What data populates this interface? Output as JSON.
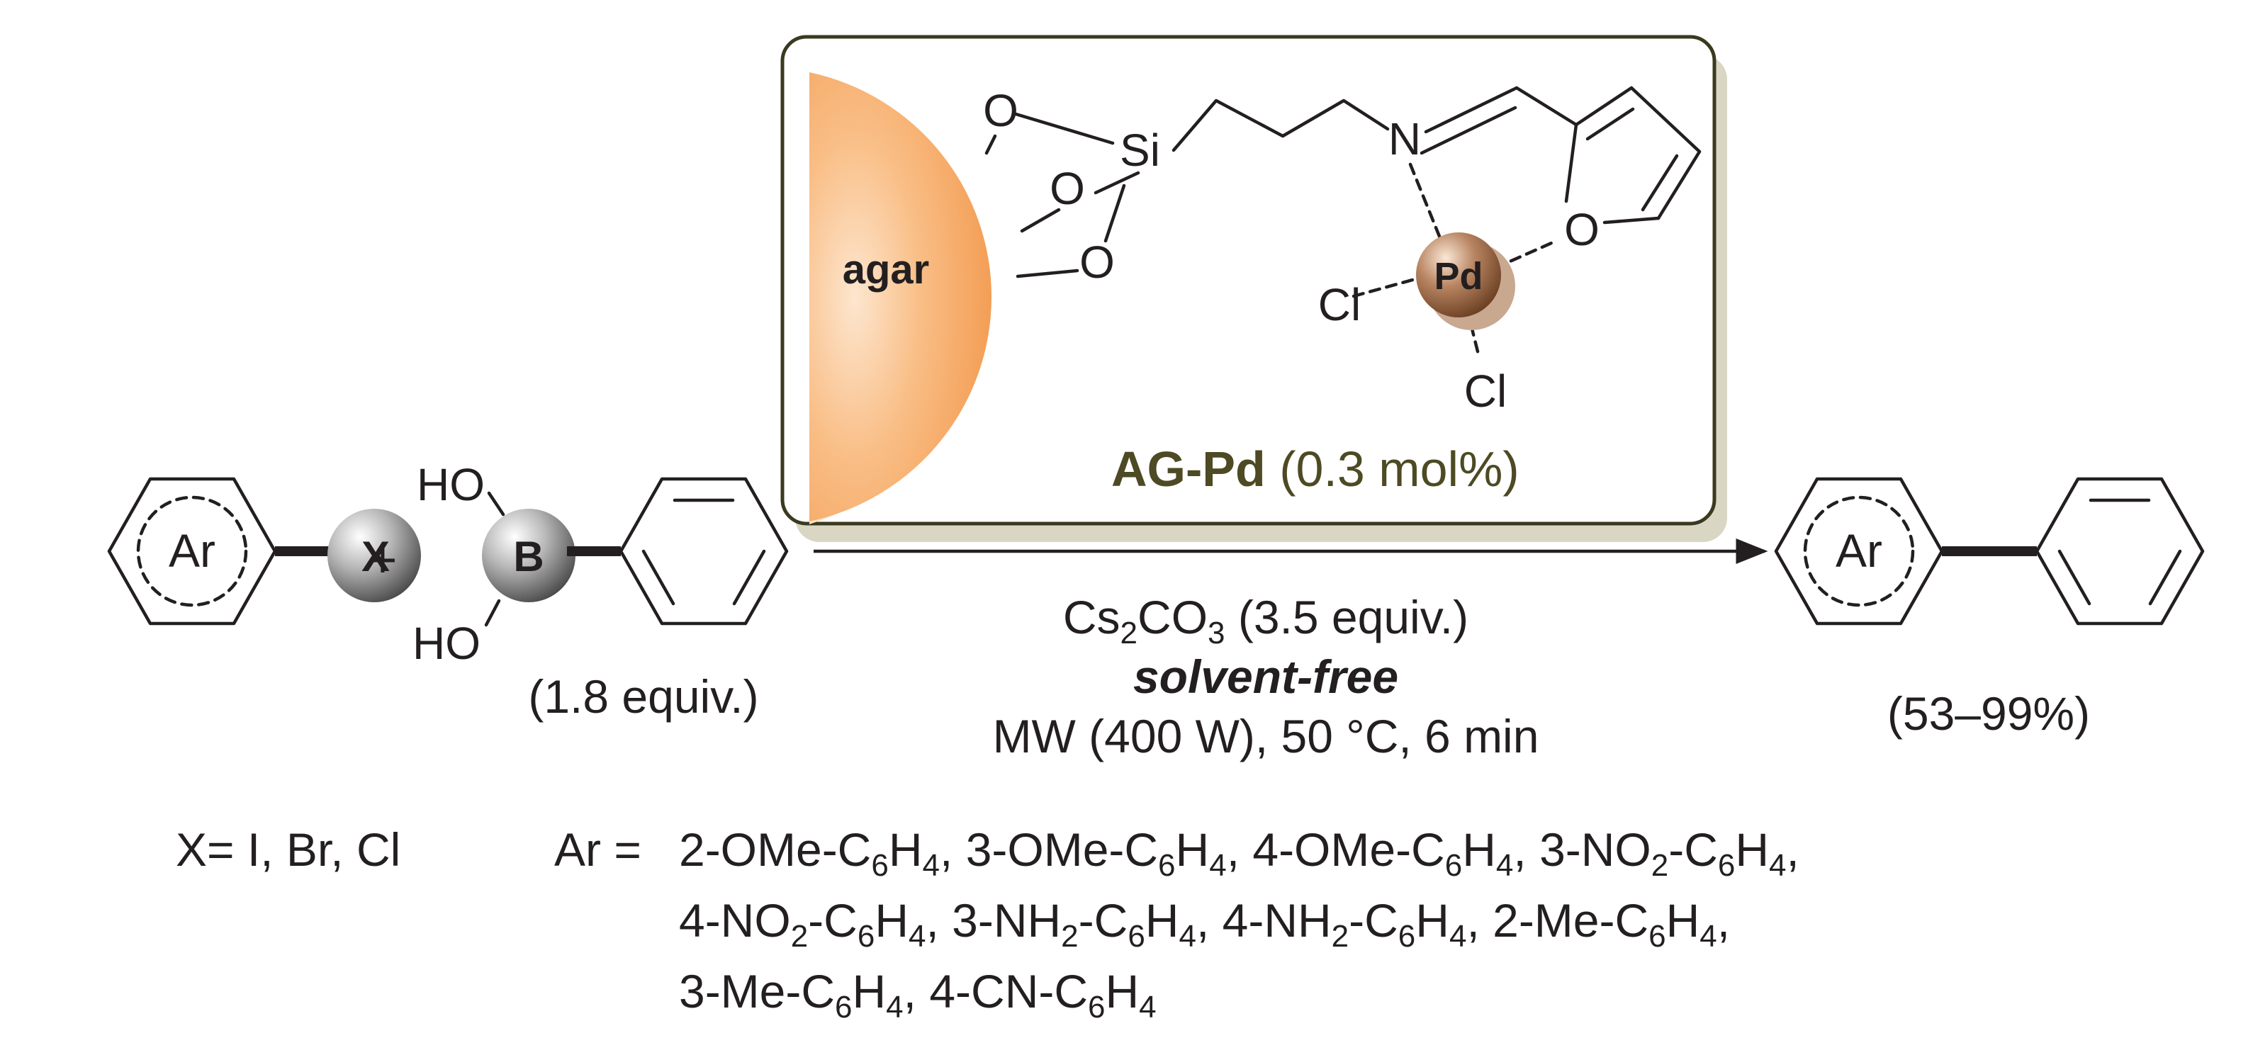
{
  "catalyst": {
    "support_label": "agar",
    "oxygen": "O",
    "silicon": "Si",
    "nitrogen": "N",
    "metal": "Pd",
    "chloride": "Cl",
    "name": "AG-Pd",
    "loading": "(0.3 mol%)"
  },
  "reactant1": {
    "ring_label": "Ar",
    "leaving_group": "X"
  },
  "plus": "+",
  "reactant2": {
    "hydroxyl": "HO",
    "boron": "B",
    "equiv": "(1.8 equiv.)"
  },
  "conditions": {
    "base_prefix": "Cs",
    "base_sub1": "2",
    "base_mid": "CO",
    "base_sub2": "3",
    "base_suffix": " (3.5 equiv.)",
    "solvent": "solvent-free",
    "energy": "MW (400 W), 50 °C, 6 min"
  },
  "product": {
    "ring_label": "Ar",
    "yield": "(53–99%)"
  },
  "footnote": {
    "x_def": "X= I, Br, Cl",
    "ar_prefix": "Ar =",
    "line1": [
      [
        "2-OMe-C",
        "6",
        "H",
        "4",
        ", "
      ],
      [
        "3-OMe-C",
        "6",
        "H",
        "4",
        ", "
      ],
      [
        "4-OMe-C",
        "6",
        "H",
        "4",
        ", "
      ],
      [
        "3-NO",
        "2",
        "-C",
        "6",
        "H",
        "4",
        ","
      ]
    ],
    "line2": [
      [
        "4-NO",
        "2",
        "-C",
        "6",
        "H",
        "4",
        ", "
      ],
      [
        "3-NH",
        "2",
        "-C",
        "6",
        "H",
        "4",
        ", "
      ],
      [
        "4-NH",
        "2",
        "-C",
        "6",
        "H",
        "4",
        ", "
      ],
      [
        "2-Me-C",
        "6",
        "H",
        "4",
        ","
      ]
    ],
    "line3": [
      [
        "3-Me-C",
        "6",
        "H",
        "4",
        ", "
      ],
      [
        "4-CN-C",
        "6",
        "H",
        "4",
        ""
      ]
    ]
  },
  "colors": {
    "catalyst_box_border": "#3b3a1f",
    "catalyst_box_shadow": "#d9d7c3",
    "agar_fill": "#f7a965",
    "pd_sphere": "#8a5a3b",
    "catalyst_label": "#4d4a24"
  }
}
